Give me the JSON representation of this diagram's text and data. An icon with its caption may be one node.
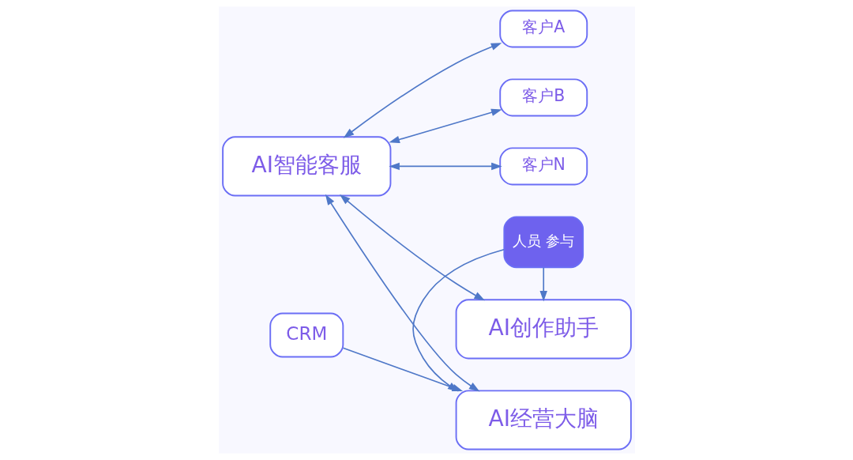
{
  "diagram": {
    "nodes": [
      {
        "text": [
          "AI经营大脑"
        ]
      },
      {
        "text": [
          "人员 参与"
        ]
      },
      {
        "text": [
          "AI创作助手"
        ]
      },
      {
        "text": [
          "AI智能客服"
        ]
      },
      {
        "text": [
          "客户A"
        ]
      },
      {
        "text": [
          "客户B"
        ]
      },
      {
        "text": [
          "客户N"
        ]
      },
      {
        "text": [
          "CRM"
        ]
      }
    ],
    "edges": [
      {
        "from": 1,
        "to": 0,
        "arrow": "to"
      },
      {
        "from": 1,
        "to": 2,
        "arrow": "to"
      },
      {
        "from": 3,
        "to": 0,
        "arrow": "both"
      },
      {
        "from": 3,
        "to": 2,
        "arrow": "both"
      },
      {
        "from": 3,
        "to": 4,
        "arrow": "both"
      },
      {
        "from": 3,
        "to": 5,
        "arrow": "both"
      },
      {
        "from": 3,
        "to": 6,
        "arrow": "both"
      },
      {
        "from": 7,
        "to": 0,
        "arrow": "to"
      }
    ]
  }
}
